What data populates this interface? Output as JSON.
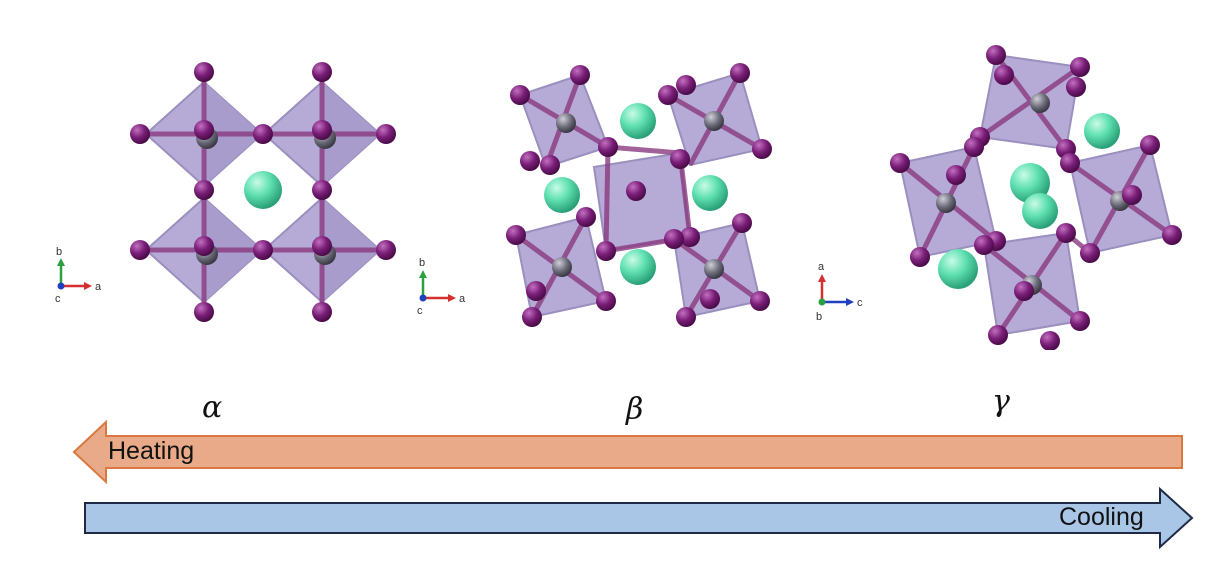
{
  "panels": [
    {
      "id": "alpha",
      "phase": "α",
      "axes": {
        "up": "b",
        "right": "a",
        "out": "c"
      }
    },
    {
      "id": "beta",
      "phase": "β",
      "axes": {
        "up": "b",
        "right": "a",
        "out": "c"
      }
    },
    {
      "id": "gamma",
      "phase": "γ",
      "axes": {
        "up": "a",
        "right": "c",
        "out": "b"
      }
    }
  ],
  "arrows": {
    "heating": {
      "label": "Heating",
      "fill": "#e8aa88",
      "stroke": "#d9783f",
      "direction": "left"
    },
    "cooling": {
      "label": "Cooling",
      "fill": "#a9c6e6",
      "stroke": "#1f2a44",
      "direction": "right"
    }
  },
  "colors": {
    "octahedron": "#8f7fbf",
    "halide": "#6e1a6a",
    "cation": "#5fe0b0",
    "axis_a": "#d43030",
    "axis_b": "#2aa040",
    "axis_c": "#2040c0"
  }
}
